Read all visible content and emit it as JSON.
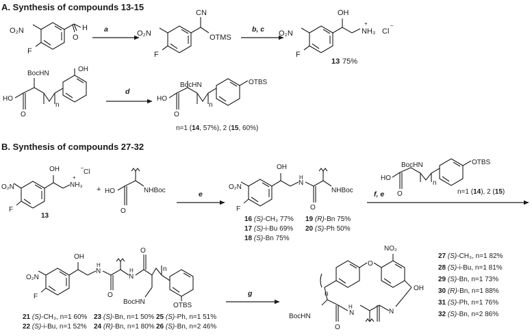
{
  "sectionA": {
    "title": "A. Synthesis of compounds 13-15",
    "reagent_a": "a",
    "reagent_bc": "b, c",
    "reagent_d": "d",
    "sm1": {
      "sub_no2": "O₂N",
      "sub_f": "F",
      "cho": "H",
      "o": "O"
    },
    "int1": {
      "cn": "CN",
      "otms": "OTMS",
      "no2": "O₂N",
      "f": "F"
    },
    "prod13": {
      "oh": "OH",
      "nh3": "NH₃",
      "plus": "+",
      "cl": "Cl",
      "minus": "–",
      "no2": "O₂N",
      "f": "F",
      "label": "13",
      "yield": "75%"
    },
    "tyr": {
      "boc": "BocHN",
      "ho": "HO",
      "o": "O",
      "n": "n",
      "oh": "OH"
    },
    "tyr_prod": {
      "boc": "BocHN",
      "ho": "HO",
      "o": "O",
      "n": "n",
      "otbs": "OTBS",
      "yields": {
        "pre": "n=1 (",
        "c14": "14",
        "y14": ", 57%), 2 (",
        "c15": "15",
        "y15": ", 60%)"
      }
    }
  },
  "sectionB": {
    "title": "B. Synthesis of compounds 27-32",
    "reagent_e": "e",
    "reagent_fe": "f, e",
    "reagent_g": "g",
    "sm13": {
      "oh": "OH",
      "nh3": "NH₃",
      "plus": "+",
      "cl": "Cl",
      "minus": "–",
      "no2": "O₂N",
      "f": "F",
      "label": "13"
    },
    "plus": "+",
    "aa": {
      "ho": "HO",
      "o": "O",
      "nhboc": "NHBoc"
    },
    "prod16": {
      "no2": "O₂N",
      "f": "F",
      "oh": "OH",
      "hn": "H",
      "nn": "N",
      "o": "O",
      "nhboc": "NHBoc"
    },
    "list16_20": [
      {
        "num": "16",
        "cfg": "(S)",
        "r": "-CH₃ 77%"
      },
      {
        "num": "17",
        "cfg": "(S)",
        "r": "-i-Bu 69%"
      },
      {
        "num": "18",
        "cfg": "(S)",
        "r": "-Bn   75%"
      },
      {
        "num": "19",
        "cfg": "(R)",
        "r": "-Bn 75%"
      },
      {
        "num": "20",
        "cfg": "(S)",
        "r": "-Ph   50%"
      }
    ],
    "reagent_tyr": {
      "boc": "BocHN",
      "ho": "HO",
      "o": "O",
      "n": "n",
      "otbs": "OTBS",
      "cond": "n=1 (",
      "c14": "14",
      "mid": "), 2 (",
      "c15": "15",
      "end": ")"
    },
    "prod21": {
      "no2": "O₂N",
      "f": "F",
      "oh": "OH",
      "h": "H",
      "n": "N",
      "o": "O",
      "bochn": "BocHN",
      "nn": "n",
      "otbs": "OTBS"
    },
    "list21_26": [
      {
        "num": "21",
        "cfg": "(S)",
        "r": "-CH₃, n=1 60%"
      },
      {
        "num": "22",
        "cfg": "(S)",
        "r": "-i-Bu, n=1 52%"
      },
      {
        "num": "23",
        "cfg": "(S)",
        "r": "-Bn, n=1 50%"
      },
      {
        "num": "24",
        "cfg": "(R)",
        "r": "-Bn, n=1 80%"
      },
      {
        "num": "25",
        "cfg": "(S)",
        "r": "-Ph, n=1 51%"
      },
      {
        "num": "26",
        "cfg": "(S)",
        "r": "-Bn, n=2 46%"
      }
    ],
    "macro": {
      "no2": "NO₂",
      "o": "O",
      "oh": "OH",
      "bochn": "BocHN",
      "n": "n",
      "h": "H",
      "nn": "N"
    },
    "list27_32": [
      {
        "num": "27",
        "cfg": "(S)",
        "r": "-CH₃, n=1 82%"
      },
      {
        "num": "28",
        "cfg": "(S)",
        "r": "-i-Bu, n=1 81%"
      },
      {
        "num": "29",
        "cfg": "(S)",
        "r": "-Bn, n=1   73%"
      },
      {
        "num": "30",
        "cfg": "(R)",
        "r": "-Bn, n=1   88%"
      },
      {
        "num": "31",
        "cfg": "(S)",
        "r": "-Ph, n=1   76%"
      },
      {
        "num": "32",
        "cfg": "(S)",
        "r": "-Bn, n=2   86%"
      }
    ]
  }
}
